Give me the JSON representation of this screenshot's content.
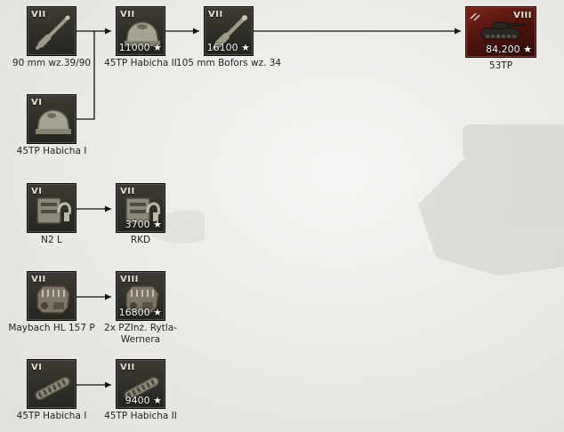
{
  "modules": [
    {
      "id": "gun1",
      "tier": "VII",
      "icon": "gun-icon",
      "cost": "",
      "label": "90 mm wz.39/90"
    },
    {
      "id": "turret1",
      "tier": "VII",
      "icon": "turret-icon",
      "cost": "11000",
      "label": "45TP Habicha II"
    },
    {
      "id": "gun2",
      "tier": "VII",
      "icon": "gun-icon",
      "cost": "16100",
      "label": "105 mm Bofors wz. 34"
    },
    {
      "id": "turret0",
      "tier": "VI",
      "icon": "turret-icon",
      "cost": "",
      "label": "45TP Habicha I"
    },
    {
      "id": "radio0",
      "tier": "VI",
      "icon": "radio-icon",
      "cost": "",
      "label": "N2 L"
    },
    {
      "id": "radio1",
      "tier": "VII",
      "icon": "radio-icon",
      "cost": "3700",
      "label": "RKD"
    },
    {
      "id": "engine0",
      "tier": "VII",
      "icon": "engine-icon",
      "cost": "",
      "label": "Maybach HL 157 P"
    },
    {
      "id": "engine1",
      "tier": "VIII",
      "icon": "engine-icon",
      "cost": "16800",
      "label": "2x PZInż. Rytla-Wernera"
    },
    {
      "id": "tracks0",
      "tier": "VI",
      "icon": "suspension-icon",
      "cost": "",
      "label": "45TP Habicha I"
    },
    {
      "id": "tracks1",
      "tier": "VII",
      "icon": "suspension-icon",
      "cost": "9400",
      "label": "45TP Habicha II"
    }
  ],
  "vehicle": {
    "tier": "VIII",
    "icon": "tank-icon",
    "type_icon": "medium-tank-icon",
    "cost": "84,200",
    "label": "53TP"
  },
  "colors": {
    "line": "#111111",
    "vehicle_bg": "#5c1a12",
    "module_bg": "#2f2e28",
    "xp_star": "#ffffff"
  }
}
